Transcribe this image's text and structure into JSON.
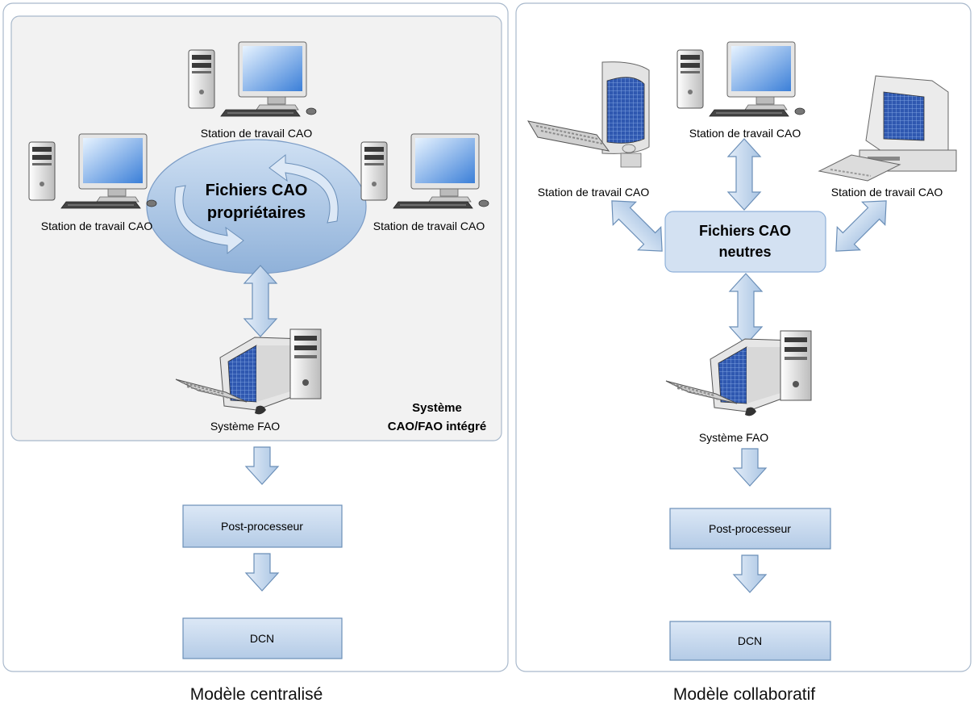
{
  "colors": {
    "panel_border": "#a9b9cc",
    "inner_fill": "#f2f2f2",
    "arrow_fill": "#c5d6ea",
    "arrow_stroke": "#6b8fb8",
    "box_fill": "#c9daee",
    "box_stroke": "#6b8fb8",
    "ellipse_fill": "#a9c4e3",
    "screen_fill": "#3d6fc8"
  },
  "left": {
    "caption": "Modèle centralisé",
    "stations": [
      {
        "label": "Station de travail CAO"
      },
      {
        "label": "Station de travail CAO"
      },
      {
        "label": "Station de travail CAO"
      }
    ],
    "center_title_line1": "Fichiers CAO",
    "center_title_line2": "propriétaires",
    "system_label_line1": "Système",
    "system_label_line2": "CAO/FAO intégré",
    "fao_label": "Système FAO",
    "post_label": "Post-processeur",
    "dcn_label": "DCN"
  },
  "right": {
    "caption": "Modèle collaboratif",
    "stations": [
      {
        "label": "Station de travail CAO"
      },
      {
        "label": "Station de travail CAO"
      },
      {
        "label": "Station de travail CAO"
      }
    ],
    "center_title_line1": "Fichiers CAO",
    "center_title_line2": "neutres",
    "fao_label": "Système FAO",
    "post_label": "Post-processeur",
    "dcn_label": "DCN"
  }
}
